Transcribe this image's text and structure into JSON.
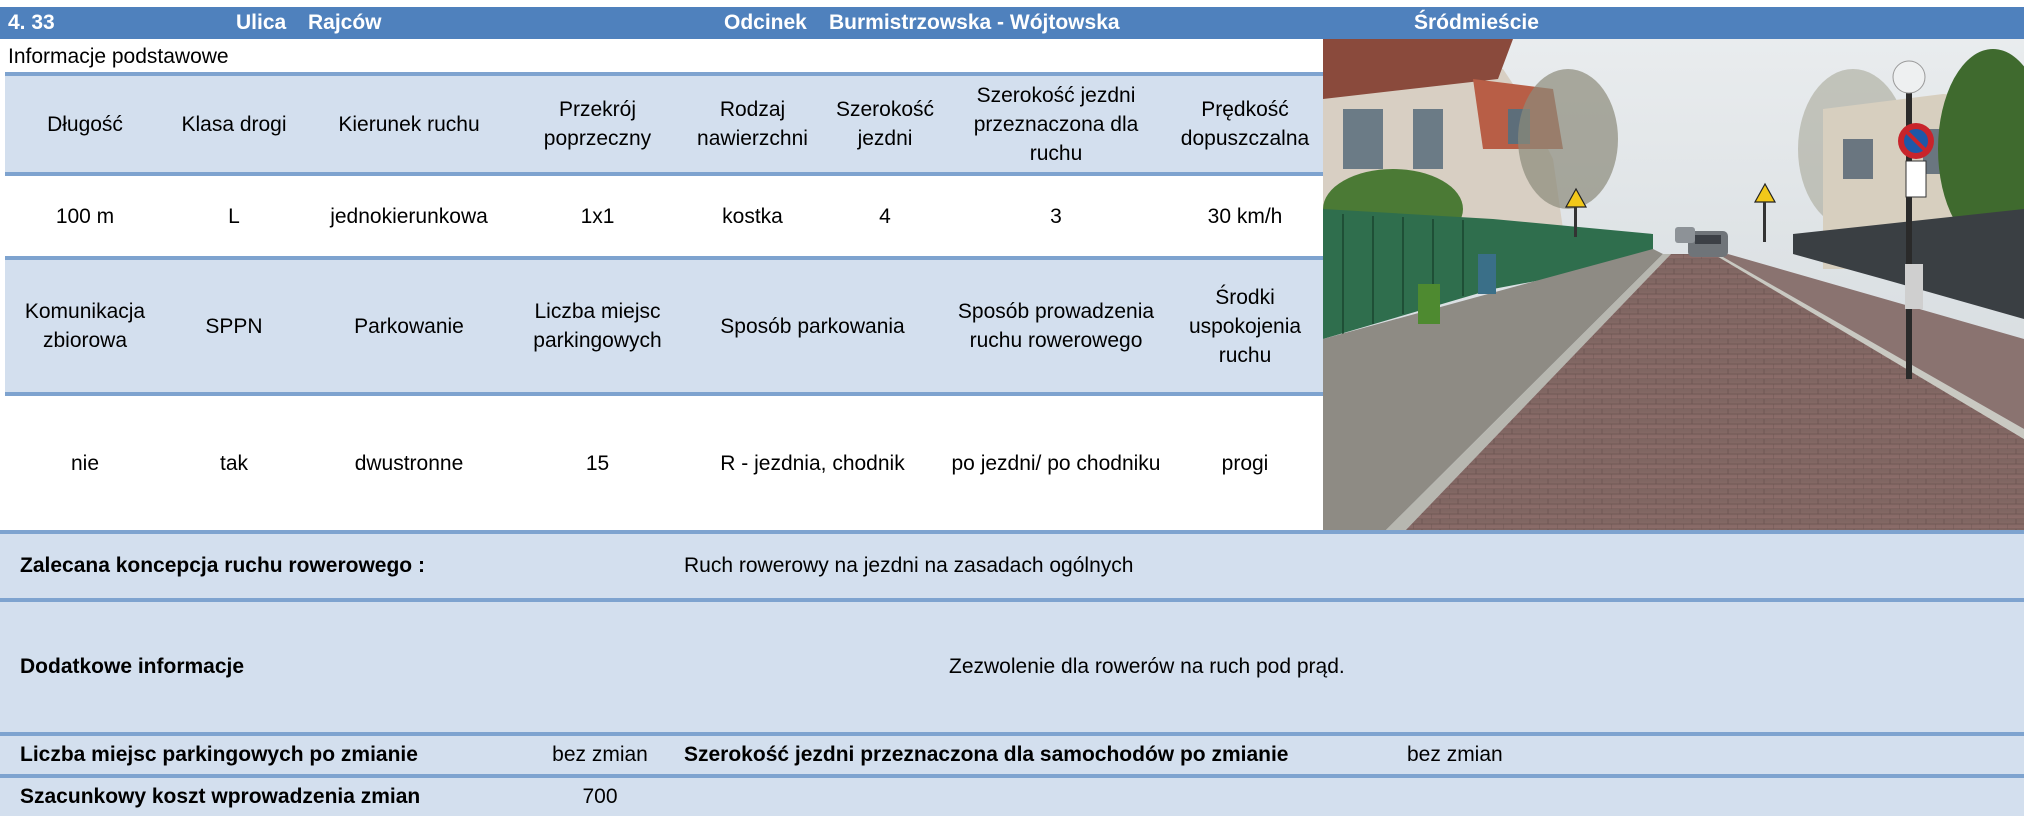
{
  "header": {
    "number": "4. 33",
    "street_label": "Ulica",
    "street_name": "Rajców",
    "section_label": "Odcinek",
    "section_name": "Burmistrzowska - Wójtowska",
    "district": "Śródmieście"
  },
  "basic_info_title": "Informacje podstawowe",
  "table1": {
    "headers": [
      "Długość",
      "Klasa drogi",
      "Kierunek ruchu",
      "Przekrój poprzeczny",
      "Rodzaj nawierzchni",
      "Szerokość jezdni",
      "Szerokość jezdni przeznaczona dla ruchu",
      "Prędkość dopuszczalna"
    ],
    "values": [
      "100 m",
      "L",
      "jednokierunkowa",
      "1x1",
      "kostka",
      "4",
      "3",
      "30 km/h"
    ]
  },
  "table2": {
    "headers": [
      "Komunikacja zbiorowa",
      "SPPN",
      "Parkowanie",
      "Liczba miejsc parkingowych",
      "Sposób parkowania",
      "Sposób prowadzenia ruchu rowerowego",
      "Środki uspokojenia ruchu"
    ],
    "values": [
      "nie",
      "tak",
      "dwustronne",
      "15",
      "R - jezdnia, chodnik",
      "po jezdni/ po chodniku",
      "progi"
    ]
  },
  "recommended": {
    "label": "Zalecana koncepcja ruchu rowerowego :",
    "value": "Ruch rowerowy na jezdni na zasadach ogólnych"
  },
  "additional": {
    "label": "Dodatkowe informacje",
    "value": "Zezwolenie dla rowerów na ruch pod prąd."
  },
  "after_change": {
    "parking_label": "Liczba miejsc parkingowych po zmianie",
    "parking_value": "bez zmian",
    "width_label": "Szerokość jezdni przeznaczona dla samochodów po zmianie",
    "width_value": "bez zmian"
  },
  "cost": {
    "label": "Szacunkowy koszt wprowadzenia zmian",
    "value": "700"
  },
  "colors": {
    "title_bar": "#4f81bd",
    "header_band": "#d3dfee",
    "separator": "#7ea3cf"
  }
}
